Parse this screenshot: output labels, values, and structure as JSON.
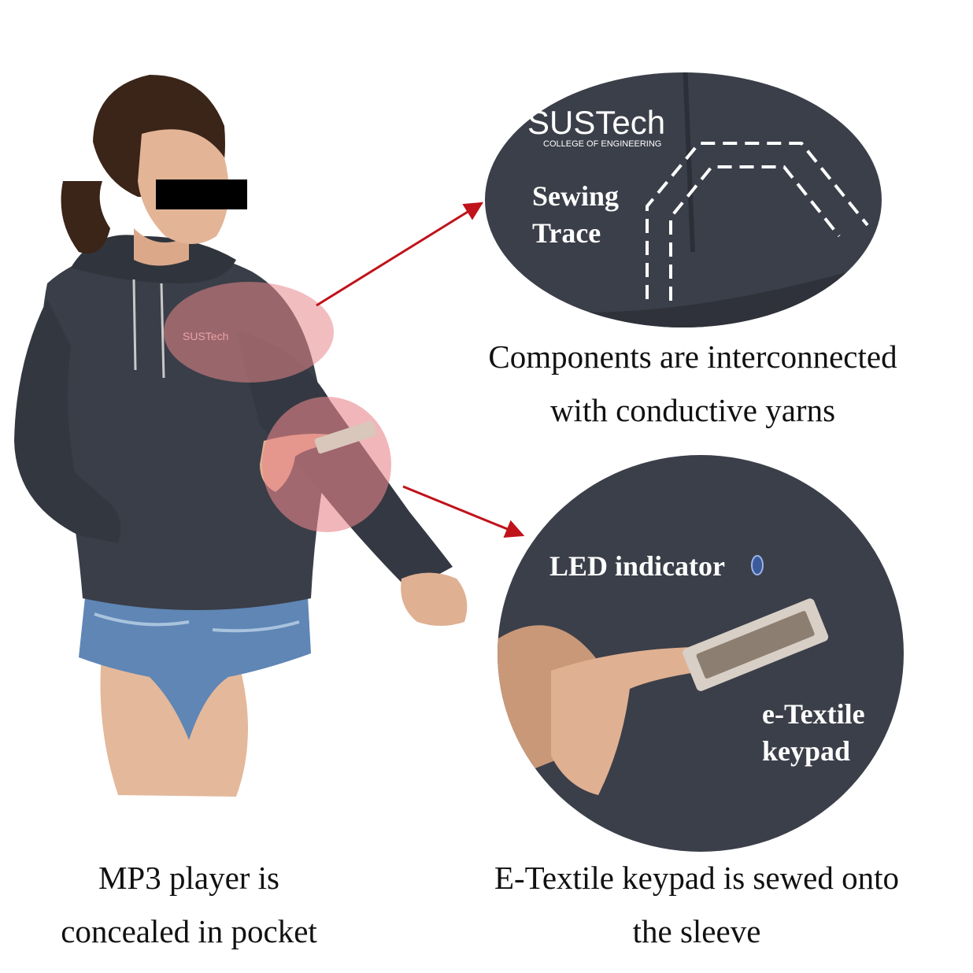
{
  "logo": {
    "brand": "SUSTech",
    "subtitle": "COLLEGE OF ENGINEERING"
  },
  "zoom_top": {
    "label_line1": "Sewing",
    "label_line2": "Trace"
  },
  "zoom_bottom": {
    "led_label": "LED indicator",
    "keypad_label_line1": "e-Textile",
    "keypad_label_line2": "keypad"
  },
  "captions": {
    "top_right_line1": "Components are interconnected",
    "top_right_line2": "with conductive yarns",
    "bottom_left_line1": "MP3 player is",
    "bottom_left_line2": "concealed in pocket",
    "bottom_right_line1": "E-Textile keypad is sewed onto",
    "bottom_right_line2": "the sleeve"
  },
  "colors": {
    "fabric": "#3a3e48",
    "highlight": "#e8868a",
    "arrow": "#c0121a",
    "label_text": "#ffffff",
    "caption_text": "#111111"
  }
}
